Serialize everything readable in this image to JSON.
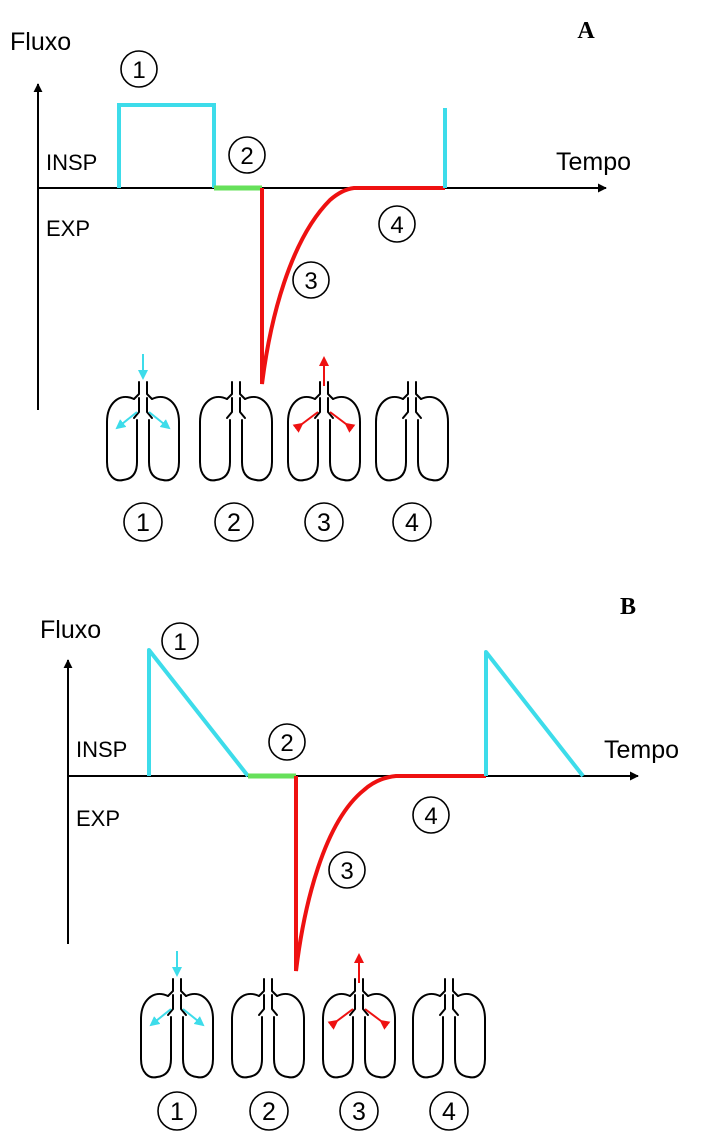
{
  "colors": {
    "inspiration": "#3ddcea",
    "pause": "#66e05a",
    "expiration": "#ee1111",
    "axis": "#000000"
  },
  "panel_a": {
    "letter": "A",
    "y_axis_label": "Fluxo",
    "x_axis_label": "Tempo",
    "insp_label": "INSP",
    "exp_label": "EXP",
    "phase_labels": [
      "1",
      "2",
      "3",
      "4"
    ],
    "lung_labels": [
      "1",
      "2",
      "3",
      "4"
    ],
    "flow_shape": "square"
  },
  "panel_b": {
    "letter": "B",
    "y_axis_label": "Fluxo",
    "x_axis_label": "Tempo",
    "insp_label": "INSP",
    "exp_label": "EXP",
    "phase_labels": [
      "1",
      "2",
      "3",
      "4"
    ],
    "lung_labels": [
      "1",
      "2",
      "3",
      "4"
    ],
    "flow_shape": "decelerating"
  }
}
